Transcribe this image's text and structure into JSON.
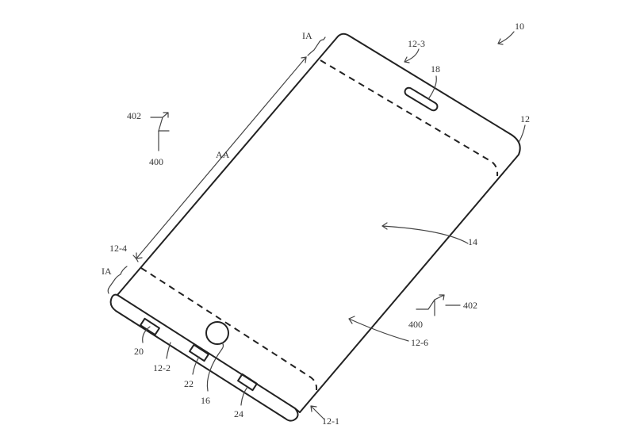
{
  "figure": {
    "ref_device": "10",
    "ref_housing": "12",
    "ref_top_side": "12-3",
    "ref_speaker": "18",
    "ref_inactive_top": "IA",
    "ref_inactive_bottom": "IA",
    "ref_active_area": "AA",
    "ref_display": "14",
    "ref_left_side": "12-4",
    "ref_bottom_side": "12-2",
    "ref_right_side": "12-1",
    "ref_front": "12-6",
    "ref_port_left": "20",
    "ref_port_mid": "22",
    "ref_port_right": "24",
    "ref_button": "16",
    "ref_direction_a": "402",
    "ref_axis_a": "400",
    "ref_direction_b": "402",
    "ref_axis_b": "400"
  }
}
